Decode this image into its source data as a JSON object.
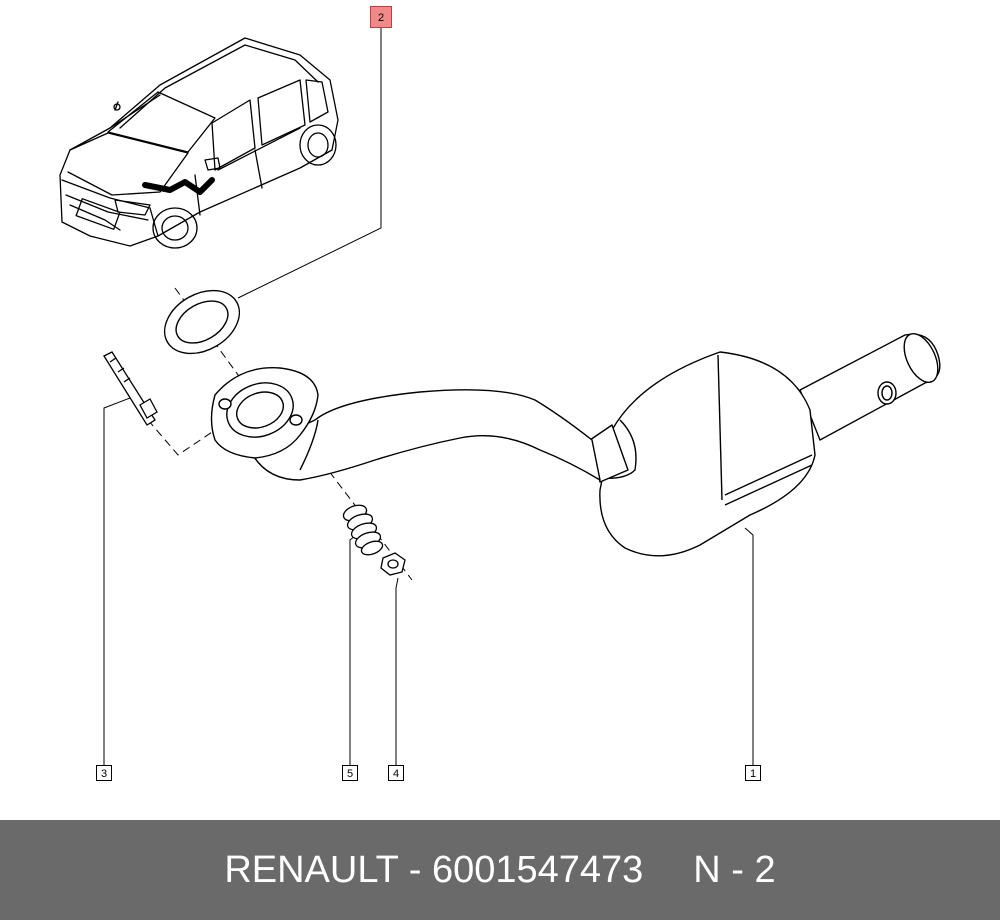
{
  "callouts": {
    "c1": "1",
    "c2": "2",
    "c3": "3",
    "c4": "4",
    "c5": "5"
  },
  "footer": {
    "brand_part": "RENAULT - 6001547473",
    "ref": "N - 2"
  },
  "colors": {
    "highlight": "#f08a8a",
    "footer_bg": "#6a6a6a"
  }
}
